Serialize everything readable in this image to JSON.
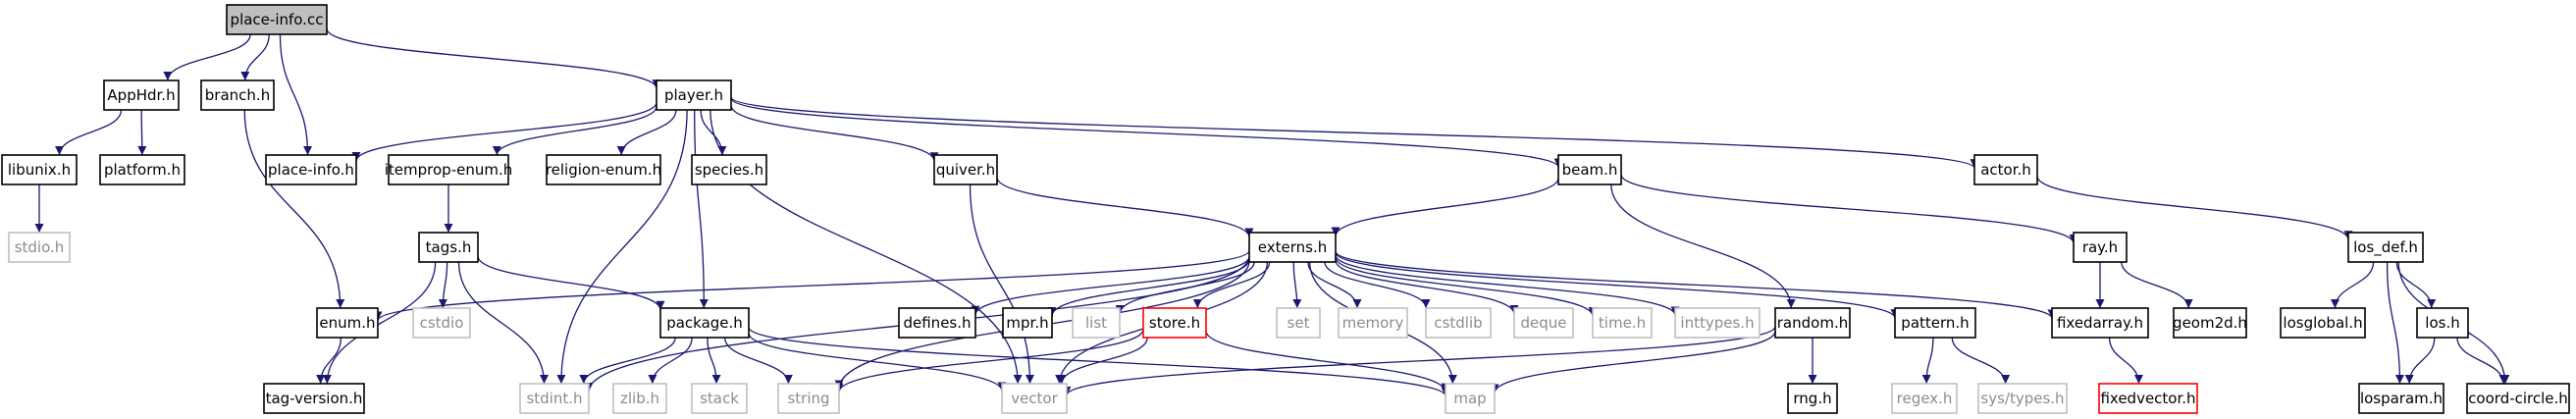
{
  "graph": {
    "colors": {
      "edge": "#191970",
      "node_border": "#000000",
      "root_fill": "#bfbfbf",
      "system_border": "#bfbfbf",
      "system_text": "#8c8c8c",
      "truncated_border": "#ff0000"
    },
    "nodes": [
      {
        "id": "place_info_cc",
        "label": "place-info.cc",
        "kind": "root"
      },
      {
        "id": "apphdr_h",
        "label": "AppHdr.h",
        "kind": "normal"
      },
      {
        "id": "branch_h",
        "label": "branch.h",
        "kind": "normal"
      },
      {
        "id": "place_info_h",
        "label": "place-info.h",
        "kind": "normal"
      },
      {
        "id": "player_h",
        "label": "player.h",
        "kind": "normal"
      },
      {
        "id": "libunix_h",
        "label": "libunix.h",
        "kind": "normal"
      },
      {
        "id": "platform_h",
        "label": "platform.h",
        "kind": "normal"
      },
      {
        "id": "stdio_h",
        "label": "stdio.h",
        "kind": "system"
      },
      {
        "id": "itemprop_enum_h",
        "label": "itemprop-enum.h",
        "kind": "normal"
      },
      {
        "id": "religion_enum_h",
        "label": "religion-enum.h",
        "kind": "normal"
      },
      {
        "id": "species_h",
        "label": "species.h",
        "kind": "normal"
      },
      {
        "id": "quiver_h",
        "label": "quiver.h",
        "kind": "normal"
      },
      {
        "id": "beam_h",
        "label": "beam.h",
        "kind": "normal"
      },
      {
        "id": "actor_h",
        "label": "actor.h",
        "kind": "normal"
      },
      {
        "id": "tags_h",
        "label": "tags.h",
        "kind": "normal"
      },
      {
        "id": "externs_h",
        "label": "externs.h",
        "kind": "normal"
      },
      {
        "id": "ray_h",
        "label": "ray.h",
        "kind": "normal"
      },
      {
        "id": "los_def_h",
        "label": "los_def.h",
        "kind": "normal"
      },
      {
        "id": "enum_h",
        "label": "enum.h",
        "kind": "normal"
      },
      {
        "id": "cstdio",
        "label": "cstdio",
        "kind": "system"
      },
      {
        "id": "package_h",
        "label": "package.h",
        "kind": "normal"
      },
      {
        "id": "defines_h",
        "label": "defines.h",
        "kind": "normal"
      },
      {
        "id": "mpr_h",
        "label": "mpr.h",
        "kind": "normal"
      },
      {
        "id": "list",
        "label": "list",
        "kind": "system"
      },
      {
        "id": "store_h",
        "label": "store.h",
        "kind": "truncated"
      },
      {
        "id": "set",
        "label": "set",
        "kind": "system"
      },
      {
        "id": "memory",
        "label": "memory",
        "kind": "system"
      },
      {
        "id": "cstdlib",
        "label": "cstdlib",
        "kind": "system"
      },
      {
        "id": "deque",
        "label": "deque",
        "kind": "system"
      },
      {
        "id": "time_h",
        "label": "time.h",
        "kind": "system"
      },
      {
        "id": "inttypes_h",
        "label": "inttypes.h",
        "kind": "system"
      },
      {
        "id": "random_h",
        "label": "random.h",
        "kind": "normal"
      },
      {
        "id": "pattern_h",
        "label": "pattern.h",
        "kind": "normal"
      },
      {
        "id": "fixedarray_h",
        "label": "fixedarray.h",
        "kind": "normal"
      },
      {
        "id": "geom2d_h",
        "label": "geom2d.h",
        "kind": "normal"
      },
      {
        "id": "losglobal_h",
        "label": "losglobal.h",
        "kind": "normal"
      },
      {
        "id": "los_h",
        "label": "los.h",
        "kind": "normal"
      },
      {
        "id": "tag_version_h",
        "label": "tag-version.h",
        "kind": "normal"
      },
      {
        "id": "stdint_h",
        "label": "stdint.h",
        "kind": "system"
      },
      {
        "id": "zlib_h",
        "label": "zlib.h",
        "kind": "system"
      },
      {
        "id": "stack",
        "label": "stack",
        "kind": "system"
      },
      {
        "id": "string",
        "label": "string",
        "kind": "system"
      },
      {
        "id": "vector",
        "label": "vector",
        "kind": "system"
      },
      {
        "id": "map",
        "label": "map",
        "kind": "system"
      },
      {
        "id": "rng_h",
        "label": "rng.h",
        "kind": "normal"
      },
      {
        "id": "regex_h",
        "label": "regex.h",
        "kind": "system"
      },
      {
        "id": "sys_types_h",
        "label": "sys/types.h",
        "kind": "system"
      },
      {
        "id": "fixedvector_h",
        "label": "fixedvector.h",
        "kind": "truncated"
      },
      {
        "id": "losparam_h",
        "label": "losparam.h",
        "kind": "normal"
      },
      {
        "id": "coord_circle_h",
        "label": "coord-circle.h",
        "kind": "normal"
      }
    ],
    "edges": [
      [
        "place_info_cc",
        "apphdr_h"
      ],
      [
        "place_info_cc",
        "branch_h"
      ],
      [
        "place_info_cc",
        "place_info_h"
      ],
      [
        "place_info_cc",
        "player_h"
      ],
      [
        "apphdr_h",
        "libunix_h"
      ],
      [
        "apphdr_h",
        "platform_h"
      ],
      [
        "libunix_h",
        "stdio_h"
      ],
      [
        "branch_h",
        "enum_h"
      ],
      [
        "player_h",
        "place_info_h"
      ],
      [
        "player_h",
        "itemprop_enum_h"
      ],
      [
        "player_h",
        "religion_enum_h"
      ],
      [
        "player_h",
        "species_h"
      ],
      [
        "player_h",
        "quiver_h"
      ],
      [
        "player_h",
        "beam_h"
      ],
      [
        "player_h",
        "actor_h"
      ],
      [
        "player_h",
        "package_h"
      ],
      [
        "player_h",
        "stdint_h"
      ],
      [
        "player_h",
        "vector"
      ],
      [
        "itemprop_enum_h",
        "tags_h"
      ],
      [
        "tags_h",
        "tag_version_h"
      ],
      [
        "tags_h",
        "cstdio"
      ],
      [
        "tags_h",
        "package_h"
      ],
      [
        "tags_h",
        "stdint_h"
      ],
      [
        "quiver_h",
        "externs_h"
      ],
      [
        "quiver_h",
        "vector"
      ],
      [
        "beam_h",
        "externs_h"
      ],
      [
        "beam_h",
        "ray_h"
      ],
      [
        "beam_h",
        "random_h"
      ],
      [
        "actor_h",
        "los_def_h"
      ],
      [
        "externs_h",
        "enum_h"
      ],
      [
        "externs_h",
        "defines_h"
      ],
      [
        "externs_h",
        "mpr_h"
      ],
      [
        "externs_h",
        "list"
      ],
      [
        "externs_h",
        "store_h"
      ],
      [
        "externs_h",
        "set"
      ],
      [
        "externs_h",
        "memory"
      ],
      [
        "externs_h",
        "cstdlib"
      ],
      [
        "externs_h",
        "deque"
      ],
      [
        "externs_h",
        "time_h"
      ],
      [
        "externs_h",
        "inttypes_h"
      ],
      [
        "externs_h",
        "pattern_h"
      ],
      [
        "externs_h",
        "fixedarray_h"
      ],
      [
        "externs_h",
        "stdint_h"
      ],
      [
        "externs_h",
        "string"
      ],
      [
        "externs_h",
        "vector"
      ],
      [
        "externs_h",
        "map"
      ],
      [
        "enum_h",
        "tag_version_h"
      ],
      [
        "package_h",
        "stdint_h"
      ],
      [
        "package_h",
        "zlib_h"
      ],
      [
        "package_h",
        "stack"
      ],
      [
        "package_h",
        "string"
      ],
      [
        "package_h",
        "vector"
      ],
      [
        "package_h",
        "map"
      ],
      [
        "store_h",
        "string"
      ],
      [
        "store_h",
        "vector"
      ],
      [
        "store_h",
        "map"
      ],
      [
        "random_h",
        "rng_h"
      ],
      [
        "random_h",
        "vector"
      ],
      [
        "random_h",
        "map"
      ],
      [
        "pattern_h",
        "regex_h"
      ],
      [
        "pattern_h",
        "sys_types_h"
      ],
      [
        "ray_h",
        "fixedarray_h"
      ],
      [
        "ray_h",
        "geom2d_h"
      ],
      [
        "fixedarray_h",
        "fixedvector_h"
      ],
      [
        "los_def_h",
        "losglobal_h"
      ],
      [
        "los_def_h",
        "los_h"
      ],
      [
        "los_def_h",
        "losparam_h"
      ],
      [
        "los_def_h",
        "coord_circle_h"
      ],
      [
        "los_h",
        "losparam_h"
      ],
      [
        "los_h",
        "coord_circle_h"
      ]
    ]
  }
}
